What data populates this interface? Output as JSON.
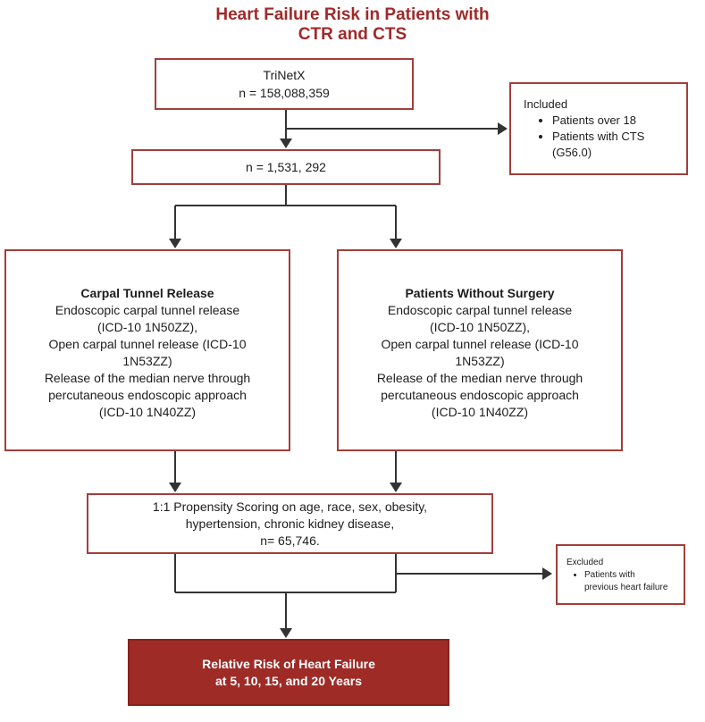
{
  "title": "Heart Failure Risk in Patients with\nCTR and CTS",
  "colors": {
    "title_text": "#9f2a29",
    "box_border": "#a33e3b",
    "outcome_box_bg": "#9e2b26",
    "outcome_box_text": "#ffffff",
    "arrow": "#333333",
    "body_text": "#1d1d1d"
  },
  "flow": {
    "trinetx": {
      "name": "TriNetX",
      "n": "n = 158,088,359"
    },
    "included": {
      "title": "Included",
      "bullets": [
        "Patients over 18",
        "Patients with CTS\n(G56.0)"
      ]
    },
    "cohort": {
      "n": "n = 1,531, 292"
    },
    "ctr": {
      "title": "Carpal Tunnel Release",
      "body": "Endoscopic carpal tunnel release\n(ICD-10 1N50ZZ),\nOpen carpal tunnel release (ICD-10\n1N53ZZ)\nRelease of the median nerve through\npercutaneous endoscopic approach\n(ICD-10 1N40ZZ)"
    },
    "no_surgery": {
      "title": "Patients Without Surgery",
      "body": "Endoscopic carpal tunnel release\n(ICD-10 1N50ZZ),\nOpen carpal tunnel release (ICD-10\n1N53ZZ)\nRelease of the median nerve through\npercutaneous endoscopic approach\n(ICD-10 1N40ZZ)"
    },
    "propensity": {
      "text": "1:1 Propensity Scoring on age, race, sex, obesity,\nhypertension, chronic kidney disease,\nn= 65,746."
    },
    "excluded": {
      "title": "Excluded",
      "bullets": [
        "Patients with\nprevious heart failure"
      ]
    },
    "outcome": {
      "text": "Relative Risk of Heart Failure\nat 5, 10, 15, and 20 Years"
    }
  }
}
